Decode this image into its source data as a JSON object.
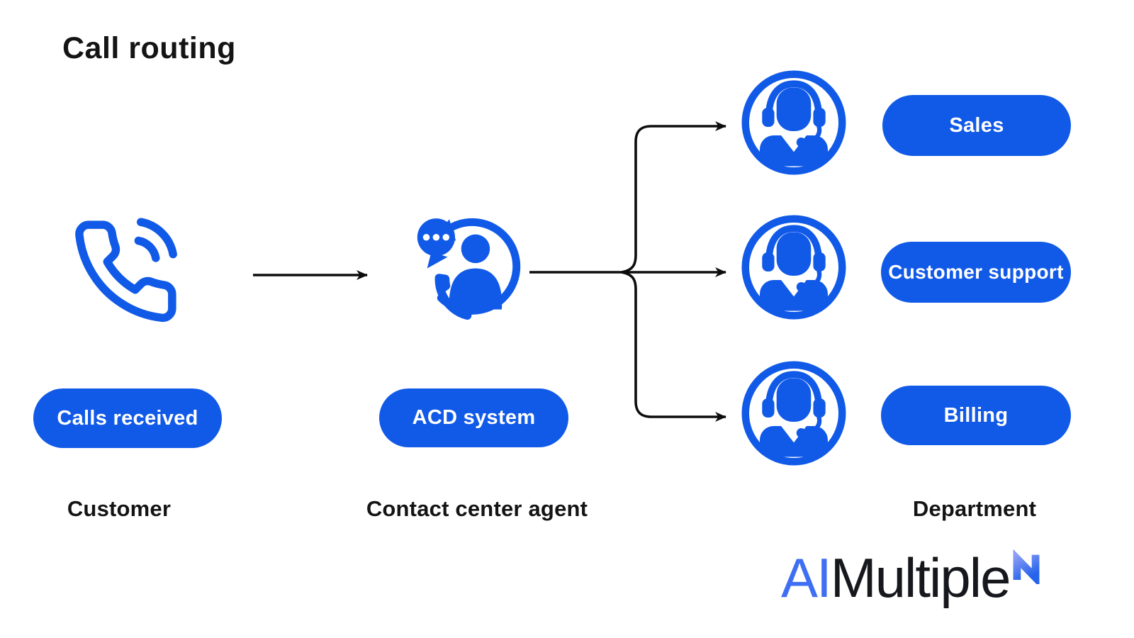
{
  "title": "Call routing",
  "colors": {
    "primary_blue": "#115ae8",
    "logo_blue": "#3e6ef3",
    "line_black": "#0d0d0d",
    "pill_text": "#ffffff"
  },
  "customer": {
    "icon": "phone-icon",
    "pill": "Calls received",
    "label": "Customer"
  },
  "acd": {
    "icon": "acd-system-icon",
    "pill": "ACD system",
    "label": "Contact center agent"
  },
  "departments": {
    "icon": "headset-agent-icon",
    "label": "Department",
    "items": [
      {
        "name": "Sales"
      },
      {
        "name": "Customer support"
      },
      {
        "name": "Billing"
      }
    ]
  },
  "logo": {
    "ai": "AI",
    "multiple": "Multiple"
  }
}
